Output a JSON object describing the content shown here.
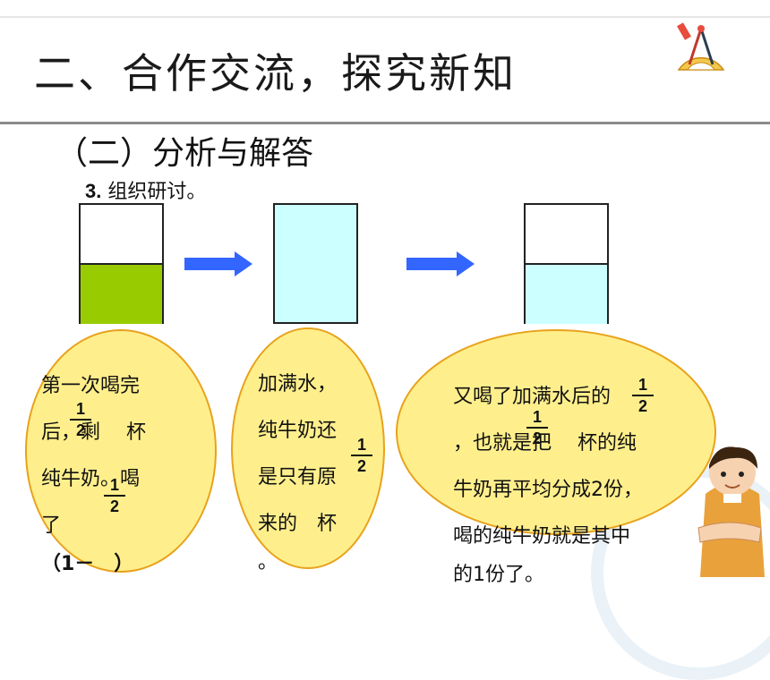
{
  "header": {
    "title": "二、合作交流，探究新知",
    "logo_icon": "protractor-compass-icon"
  },
  "section": {
    "subtitle": "（二）分析与解答",
    "step_num": "3.",
    "step_text": "组织研讨。"
  },
  "cups": [
    {
      "name": "cup-half-milk",
      "fill_fraction": 0.5,
      "fill_color": "#99cc00"
    },
    {
      "name": "cup-full-water",
      "fill_fraction": 1.0,
      "fill_color": "#ccffff"
    },
    {
      "name": "cup-half-water",
      "fill_fraction": 0.5,
      "fill_color": "#ccffff"
    }
  ],
  "colors": {
    "arrow": "#3366ff",
    "bubble_fill": "#ffef8c",
    "bubble_border": "#e8a21c"
  },
  "bubble1": {
    "line1": "第一次喝完",
    "line2": "后，剩　 杯",
    "line3": "纯牛奶。喝",
    "line4": "了",
    "line5": "（1－　）",
    "frac_num": "1",
    "frac_den": "2"
  },
  "bubble2": {
    "line1": "加满水，",
    "line2": "纯牛奶还",
    "line3": "是只有原",
    "line4": "来的　杯",
    "line5": "。",
    "frac_num": "1",
    "frac_den": "2"
  },
  "bubble3": {
    "line1": "又喝了加满水后的",
    "line2": "，也就是把　 杯的纯",
    "line3": "牛奶再平均分成2份，",
    "line4": "喝的纯牛奶就是其中",
    "line5": "的1份了。",
    "frac_num": "1",
    "frac_den": "2"
  }
}
